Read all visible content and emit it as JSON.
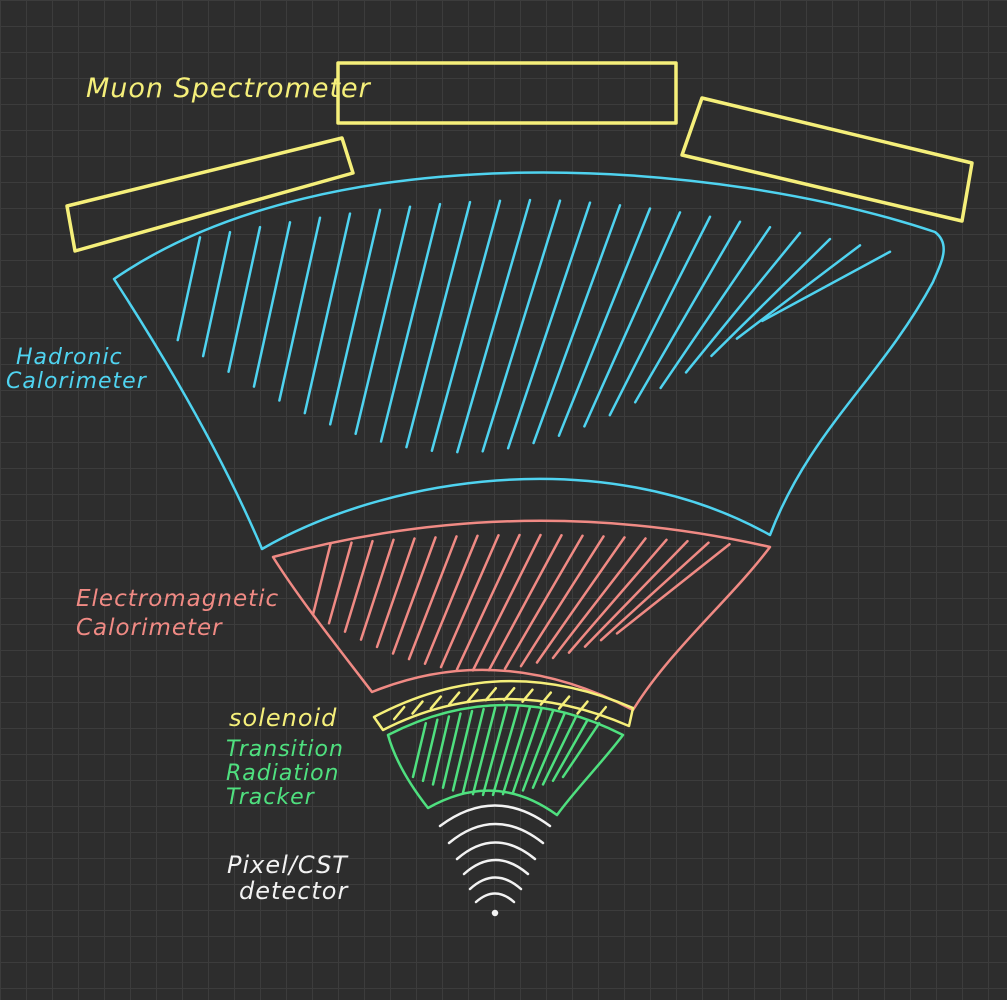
{
  "labels": {
    "muon": "Muon Spectrometer",
    "hadronic": [
      "Hadronic",
      "Calorimeter"
    ],
    "em": [
      "Electromagnetic",
      "Calorimeter"
    ],
    "solenoid": "solenoid",
    "trt": [
      "Transition",
      "Radiation",
      "Tracker"
    ],
    "pixel": [
      "Pixel/CST",
      "detector"
    ]
  },
  "colors": {
    "background": "#2d2d2d",
    "grid": "#3c3c3c",
    "muon": "#f5ef7a",
    "hadronic": "#4fd3f0",
    "em": "#f08a84",
    "solenoid": "#f5ef7a",
    "trt": "#4fe07f",
    "pixel": "#f2f2f2"
  }
}
